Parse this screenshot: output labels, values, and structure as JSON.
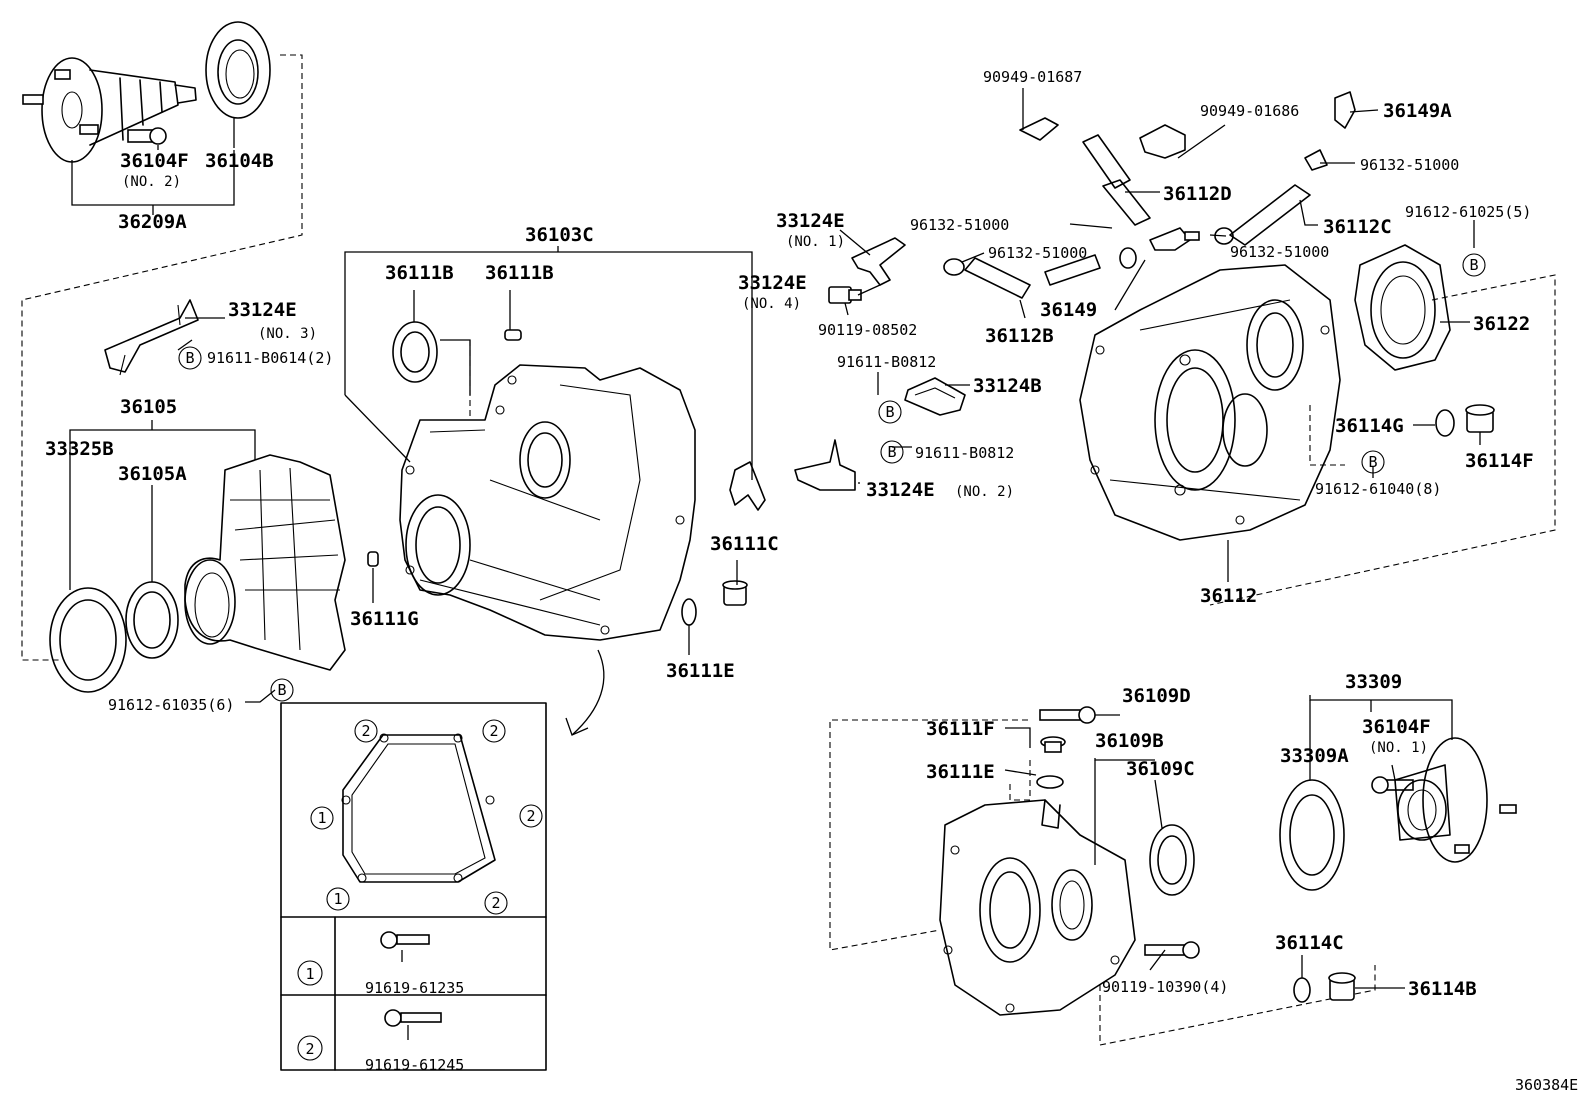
{
  "labels": {
    "p36104F_1": "36104F",
    "p36104F_1_no": "(NO. 2)",
    "p36104B": "36104B",
    "p36209A": "36209A",
    "p33124E_3": "33124E",
    "p33124E_3_no": "(NO. 3)",
    "p91611_B0614": "91611-B0614(2)",
    "p36105": "36105",
    "p33325B": "33325B",
    "p36105A": "36105A",
    "p91612_61035": "91612-61035(6)",
    "p36103C": "36103C",
    "p36111B_a": "36111B",
    "p36111B_b": "36111B",
    "p33124E_4": "33124E",
    "p33124E_4_no": "(NO. 4)",
    "p36111G": "36111G",
    "p36111C": "36111C",
    "p36111E_a": "36111E",
    "p33124E_1": "33124E",
    "p33124E_1_no": "(NO. 1)",
    "p90119_08502": "90119-08502",
    "p91611_B0812_a": "91611-B0812",
    "p33124B": "33124B",
    "p91611_B0812_b": "91611-B0812",
    "p33124E_2": "33124E",
    "p33124E_2_no": "(NO. 2)",
    "p90949_01687": "90949-01687",
    "p90949_01686": "90949-01686",
    "p36149A": "36149A",
    "p96132_51000_a": "96132-51000",
    "p36112D": "36112D",
    "p96132_51000_b": "96132-51000",
    "p96132_51000_c": "96132-51000",
    "p96132_51000_d": "96132-51000",
    "p36112C": "36112C",
    "p91612_61025": "91612-61025(5)",
    "p36149": "36149",
    "p36112B": "36112B",
    "p36122": "36122",
    "p36114G": "36114G",
    "p36114F": "36114F",
    "p91612_61040": "91612-61040(8)",
    "p36112": "36112",
    "p36109D": "36109D",
    "p36111F": "36111F",
    "p36111E_b": "36111E",
    "p36109B": "36109B",
    "p36109C": "36109C",
    "p33309": "33309",
    "p33309A": "33309A",
    "p36104F_2": "36104F",
    "p36104F_2_no": "(NO. 1)",
    "p90119_10390": "90119-10390(4)",
    "p36114C": "36114C",
    "p36114B": "36114B",
    "p91619_61235": "91619-61235",
    "p91619_61245": "91619-61245",
    "figure_code": "360384E"
  },
  "markers": {
    "b": "B",
    "one": "1",
    "two": "2"
  }
}
